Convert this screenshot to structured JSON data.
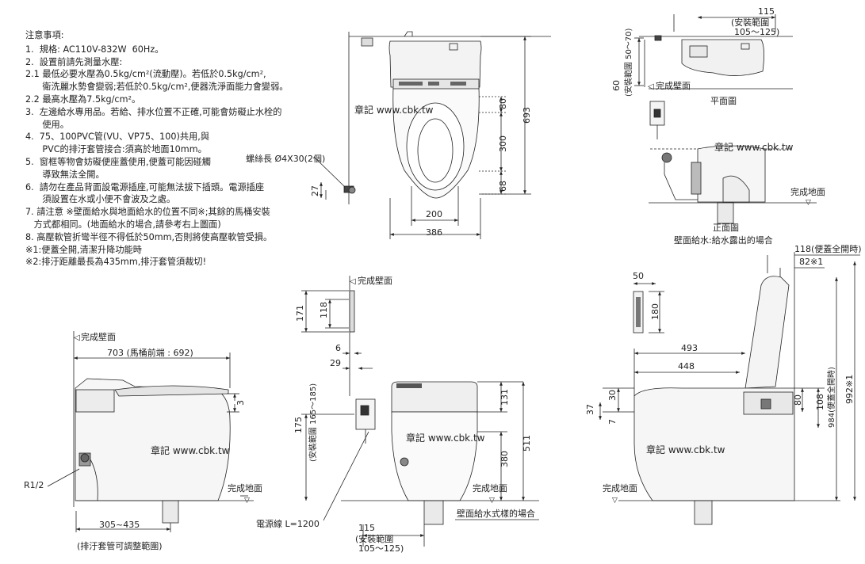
{
  "notes": {
    "title": "注意事項:",
    "lines": [
      "1.  規格: AC110V-832W  60Hz。",
      "2.  設置前請先測量水壓:",
      "2.1 最低必要水壓為0.5kg/cm²(流動壓)。若低於0.5kg/cm²,",
      "      衛洗麗水勢會變弱;若低於0.5kg/cm²,便器洗淨面能力會變弱。",
      "2.2 最高水壓為7.5kg/cm²。",
      "3.  左邊給水專用品。若給、排水位置不正確,可能會妨礙止水栓的",
      "      使用。",
      "4.  75、100PVC管(VU、VP75、100)共用,與",
      "      PVC的排汙套管接合:須高於地面10mm。",
      "5.  窗框等物會妨礙便座蓋使用,便蓋可能因碰觸",
      "      導致無法全開。",
      "6.  請勿在產品背面設電源插座,可能無法拔下插頭。電源插座",
      "      須設置在水或小便不會波及之處。",
      "7. 請注意 ※壁面給水與地面給水的位置不同※;其餘的馬桶安裝",
      "   方式都相同。(地面給水的場合,請參考右上圖面)",
      "8. 高壓軟管折彎半徑不得低於50mm,否則將使高壓軟管受損。",
      "※1:便蓋全開,清潔升降功能時",
      "※2:排汙距離最長為435mm,排汙套管須裁切!"
    ]
  },
  "watermark": "章記 www.cbk.tw",
  "top_view": {
    "screw": "螺絲長 Ø4X30(2個)",
    "dim_80": "80",
    "dim_300": "300",
    "dim_68": "68",
    "dim_693": "693",
    "dim_200": "200",
    "dim_386": "386",
    "dim_27": "27"
  },
  "wall_feed": {
    "dim_115": "115",
    "range_label": "(安裝範圍",
    "range_val": "105～125)",
    "dim_60": "60",
    "vert_range": "(安裝範圍 50～70)",
    "wall": "完成壁面",
    "plan": "平面圖",
    "front": "正面圖",
    "floor": "完成地面",
    "caption": "壁面給水:給水露出的場合"
  },
  "remote": {
    "wall": "完成壁面",
    "dim_171": "171",
    "dim_118": "118",
    "dim_6": "6",
    "dim_29": "29"
  },
  "side_left": {
    "wall": "完成壁面",
    "dim_703": "703 (馬桶前端 : 692)",
    "dim_3": "3",
    "r12": "R1/2",
    "floor": "完成地面",
    "dim_305": "305~435",
    "adjust": "(排汙套管可調整範圍)"
  },
  "front_view": {
    "dim_175": "175",
    "vert_range": "(安裝範圍 165～185)",
    "dim_131": "131",
    "dim_511": "511",
    "dim_380": "380",
    "floor": "完成地面",
    "cable": "電源線  L=1200",
    "dim_115": "115",
    "range_label": "(安裝範圍",
    "range_val": "105～125)",
    "caption": "壁面給水式樣的場合"
  },
  "side_right": {
    "dim_50": "50",
    "dim_180": "180",
    "dim_118": "118(便蓋全開時)",
    "dim_82": "82※1",
    "dim_493": "493",
    "dim_448": "448",
    "dim_30": "30",
    "dim_37": "37",
    "dim_7": "7",
    "dim_80": "80",
    "dim_108": "108",
    "dim_984": "984(便蓋全開時)",
    "dim_992": "992※1",
    "floor": "完成地面"
  }
}
